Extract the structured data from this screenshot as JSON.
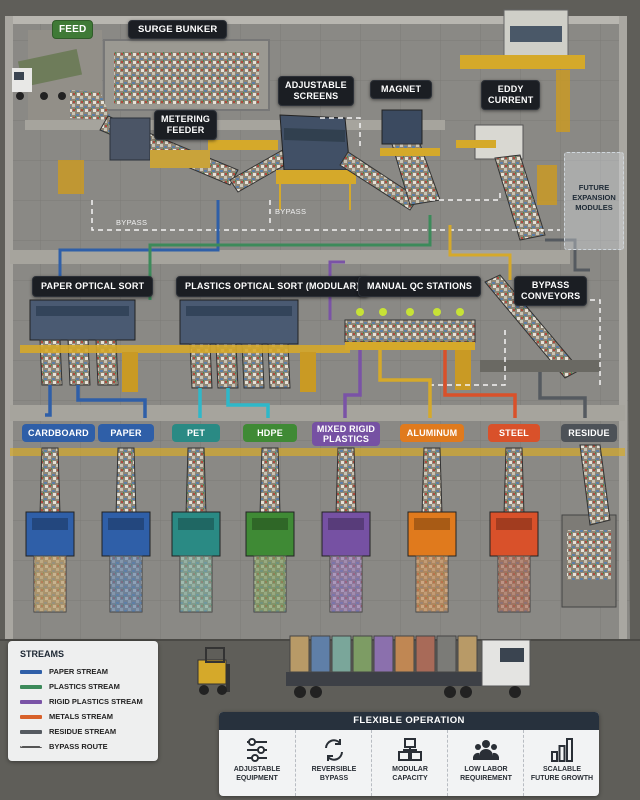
{
  "labels": {
    "feed": "FEED",
    "surge_bunker": "SURGE BUNKER",
    "metering_feeder": "METERING\nFEEDER",
    "adjustable_screens": "ADJUSTABLE\nSCREENS",
    "magnet": "MAGNET",
    "eddy_current": "EDDY\nCURRENT",
    "future_expansion": "FUTURE EXPANSION MODULES",
    "bypass_1": "BYPASS",
    "bypass_2": "BYPASS",
    "paper_optical_sort": "PAPER OPTICAL SORT",
    "plastics_optical_sort": "PLASTICS OPTICAL SORT (MODULAR)",
    "manual_qc_stations": "MANUAL QC STATIONS",
    "bypass_conveyors": "BYPASS\nCONVEYORS"
  },
  "outputs": [
    {
      "label": "CARDBOARD",
      "color": "#2f5fa8"
    },
    {
      "label": "PAPER",
      "color": "#2f5fa8"
    },
    {
      "label": "PET",
      "color": "#2a8a84"
    },
    {
      "label": "HDPE",
      "color": "#3f8a35"
    },
    {
      "label": "MIXED RIGID\nPLASTICS",
      "color": "#7651a3"
    },
    {
      "label": "ALUMINUM",
      "color": "#e07a1d"
    },
    {
      "label": "STEEL",
      "color": "#d9512a"
    },
    {
      "label": "RESIDUE",
      "color": "#4d5258"
    }
  ],
  "legend": {
    "title": "STREAMS",
    "items": [
      {
        "label": "PAPER STREAM",
        "color": "#2f5fa8"
      },
      {
        "label": "PLASTICS STREAM",
        "color": "#3c8a5a"
      },
      {
        "label": "RIGID PLASTICS STREAM",
        "color": "#7a53a6"
      },
      {
        "label": "METALS STREAM",
        "color": "#d8612a"
      },
      {
        "label": "RESIDUE STREAM",
        "color": "#555a60"
      },
      {
        "label": "BYPASS ROUTE",
        "color": "#555555"
      }
    ]
  },
  "flexible": {
    "title": "FLEXIBLE OPERATION",
    "items": [
      {
        "label": "ADJUSTABLE\nEQUIPMENT",
        "icon": "sliders-icon"
      },
      {
        "label": "REVERSIBLE\nBYPASS",
        "icon": "reverse-arrows-icon"
      },
      {
        "label": "MODULAR\nCAPACITY",
        "icon": "modular-boxes-icon"
      },
      {
        "label": "LOW LABOR\nREQUIREMENT",
        "icon": "people-icon"
      },
      {
        "label": "SCALABLE\nFUTURE GROWTH",
        "icon": "growth-bars-icon"
      }
    ]
  }
}
